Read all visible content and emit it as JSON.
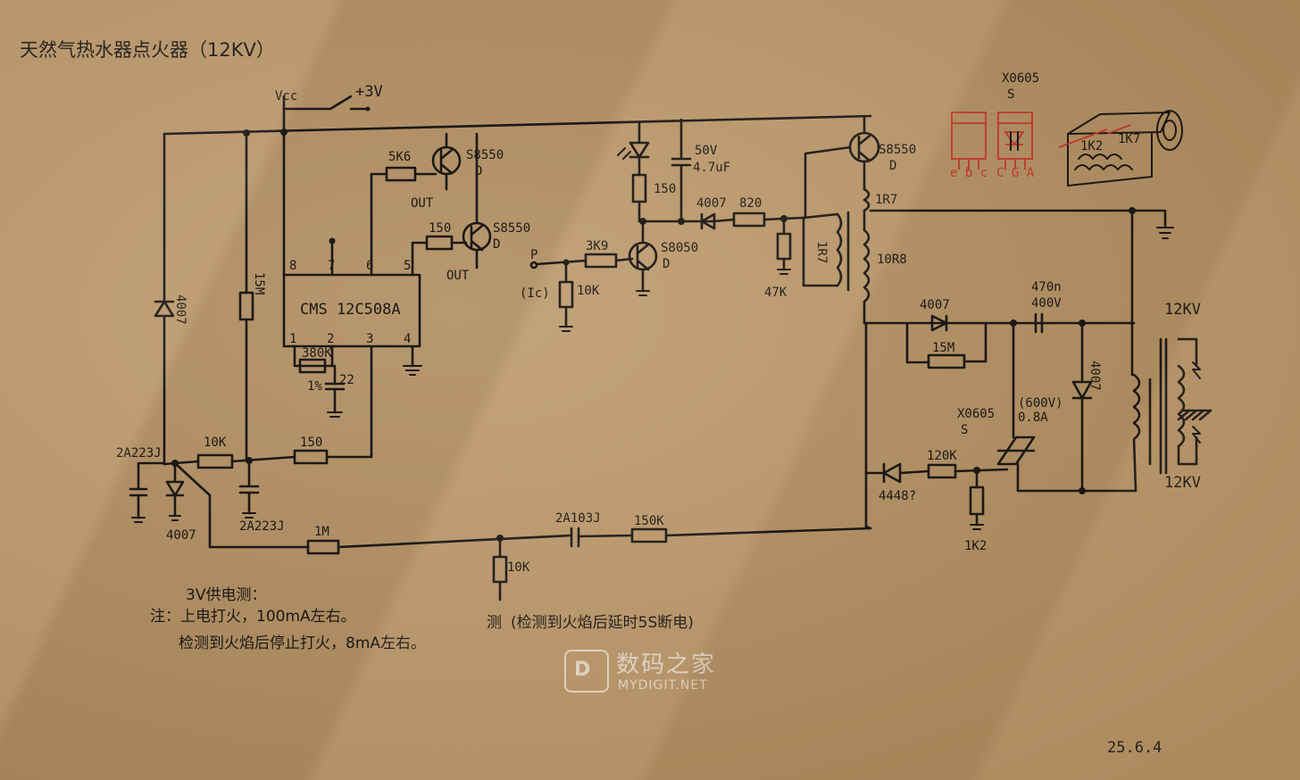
{
  "title": "天然气热水器点火器（12KV）",
  "date": "25.6.4",
  "power": {
    "vcc": "Vcc",
    "v3": "+3V"
  },
  "ic": {
    "name": "CMS 12C508A",
    "pins_top": [
      "8",
      "7",
      "6",
      "5"
    ],
    "pins_bottom": [
      "1",
      "2",
      "3",
      "4"
    ]
  },
  "components": {
    "d_left": "4007",
    "r_15m": "15M",
    "r_5k6": "5K6",
    "q1": "S8550",
    "q1_sub": "D",
    "out1": "OUT",
    "r_150_top": "150",
    "q2": "S8550",
    "q2_sub": "D",
    "out2": "OUT",
    "pot": "380K",
    "pot_pct": "1%",
    "c_22": "22",
    "r_10k_mid": "10K",
    "r_150_mid": "150",
    "c_left": "2A223J",
    "c_mid": "2A223J",
    "d_bottom": "4007",
    "p_label": "P",
    "p_sub": "(Ic)",
    "r_3k9": "3K9",
    "r_10k_p": "10K",
    "q3": "S8050",
    "q3_sub": "D",
    "d_led": "",
    "r_150_v": "150",
    "c_50v": "50V",
    "c_47": "4.7uF",
    "d_4007_mid": "4007",
    "r_820": "820",
    "r_47k": "47K",
    "r_1r7_side": "1R7",
    "q4": "S8550",
    "q4_sub": "D",
    "coil_1r7": "1R7",
    "coil_10r8": "10R8",
    "d_4007_right": "4007",
    "r_15m_right": "15M",
    "c_470n": "470n",
    "c_400v": "400V",
    "d_4007_v": "4007",
    "scr": "X0605",
    "scr_sub": "S",
    "scr_rating": "(600V)",
    "scr_current": "0.8A",
    "r_120k": "120K",
    "d_4448": "4448?",
    "r_1k2": "1K2",
    "hv_top": "12KV",
    "hv_bottom": "12KV",
    "r_1m": "1M",
    "c_2a103j": "2A103J",
    "r_150k": "150K",
    "r_10k_sense": "10K",
    "sense": "测",
    "sense_note": "(检测到火焰后延时5S断电)"
  },
  "legend": {
    "scr_top": "X0605",
    "scr_top_sub": "S",
    "pins_transistor": "e b c",
    "pins_scr": "C G A",
    "coil_labels": [
      "1K2",
      "1K7"
    ]
  },
  "notes": {
    "line1": "3V供电测：",
    "line2": "注：上电打火，100mA左右。",
    "line3": "检测到火焰后停止打火，8mA左右。"
  },
  "watermark": {
    "cn": "数码之家",
    "en": "MYDIGIT.NET",
    "icon": "house-d-icon"
  },
  "colors": {
    "ink": "#1c1a17",
    "paper": "#b79468",
    "red_ink": "#c63a2c",
    "watermark": "#e9e3da"
  }
}
